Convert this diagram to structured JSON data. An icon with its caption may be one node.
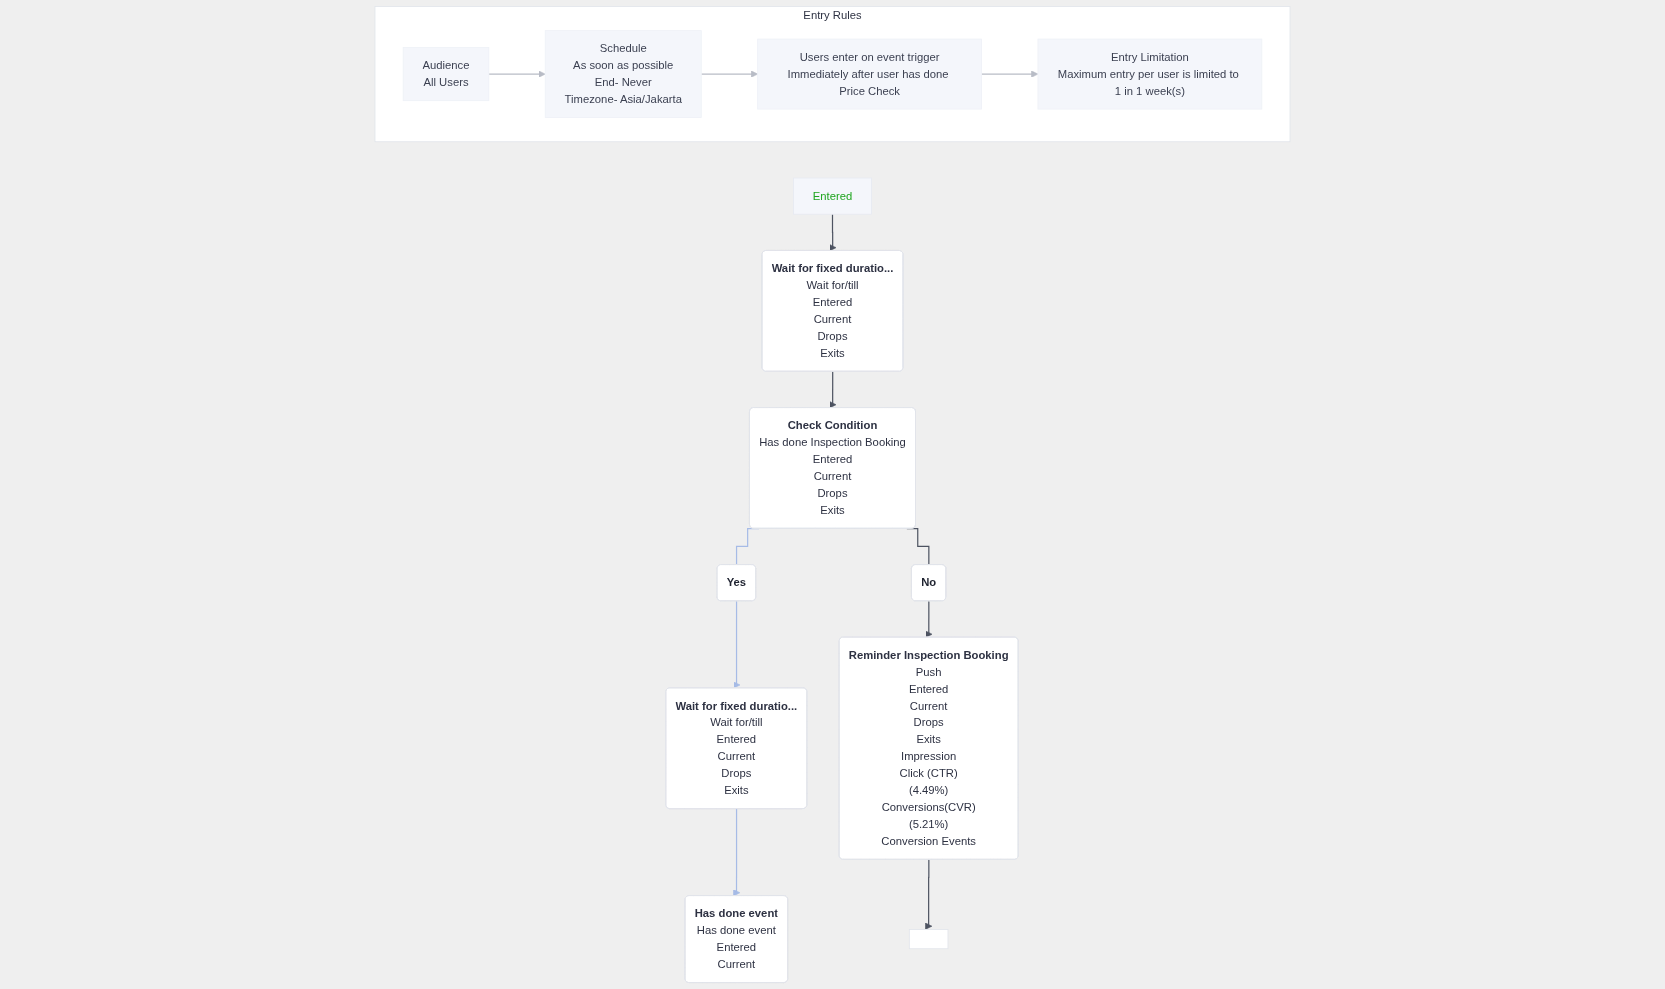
{
  "diagram": {
    "nodes": [
      {
        "text": [
          "Entry Rules"
        ]
      },
      {
        "text": [
          "Audience",
          "All Users"
        ],
        "in": 0
      },
      {
        "text": [
          "Schedule",
          "As soon as possible",
          "End- Never",
          "Timezone- Asia/Jakarta"
        ],
        "in": 0
      },
      {
        "text": [
          "Users enter on event trigger",
          "Immediately after user has done Price Check"
        ],
        "in": 0
      },
      {
        "text": [
          "Entry Limitation",
          "Maximum entry per user is limited to 1 in 1 week(s)"
        ],
        "in": 0
      },
      {
        "text": [
          "Entered"
        ]
      },
      {
        "text": [
          "Wait for fixed duratio...",
          "Wait for/till",
          "Entered",
          "Current",
          "Drops",
          "Exits"
        ]
      },
      {
        "text": [
          "Check Condition",
          "Has done Inspection Booking",
          "Entered",
          "Current",
          "Drops",
          "Exits"
        ]
      },
      {
        "text": [
          "Yes"
        ]
      },
      {
        "text": [
          "No"
        ]
      },
      {
        "text": [
          "Wait for fixed duratio...",
          "Wait for/till",
          "Entered",
          "Current",
          "Drops",
          "Exits"
        ]
      },
      {
        "text": [
          "Reminder Inspection Booking",
          "Push",
          "Entered",
          "Current",
          "Drops",
          "Exits",
          "Impression",
          "Click (CTR)",
          "(4.49%)",
          "Conversions(CVR)",
          "(5.21%)",
          "Conversion Events"
        ]
      },
      {
        "text": [
          "Has done event",
          "Has done event",
          "Entered",
          "Current"
        ]
      },
      {
        "text": [],
        "shape": "box"
      }
    ],
    "edges": [
      {
        "from": 1,
        "to": 2,
        "arrow": "to",
        "color": "#b8bcc6"
      },
      {
        "from": 2,
        "to": 3,
        "arrow": "to",
        "color": "#b8bcc6"
      },
      {
        "from": 3,
        "to": 4,
        "arrow": "to",
        "color": "#b8bcc6"
      },
      {
        "from": 5,
        "to": 6,
        "arrow": "to"
      },
      {
        "from": 6,
        "to": 7,
        "arrow": "to"
      },
      {
        "from": 7,
        "to": 8,
        "arrow": "none",
        "color": "#a6bbe6"
      },
      {
        "from": 7,
        "to": 9,
        "arrow": "none"
      },
      {
        "from": 8,
        "to": 10,
        "arrow": "to",
        "color": "#a6bbe6"
      },
      {
        "from": 9,
        "to": 11,
        "arrow": "to"
      },
      {
        "from": 10,
        "to": 12,
        "arrow": "to",
        "color": "#a6bbe6"
      },
      {
        "from": 11,
        "to": 13,
        "arrow": "to"
      }
    ]
  }
}
